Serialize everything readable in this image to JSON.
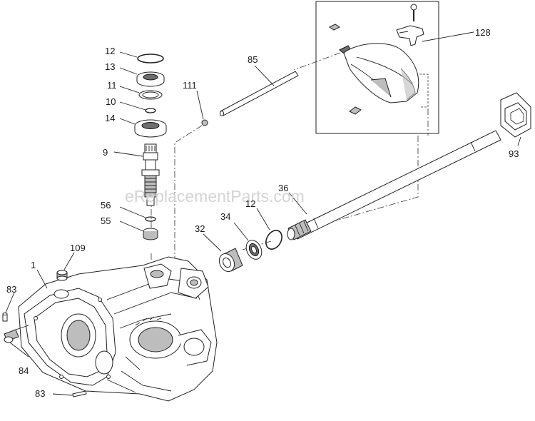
{
  "watermark": "eReplacementParts.com",
  "callouts": [
    {
      "id": "c12a",
      "text": "12"
    },
    {
      "id": "c13",
      "text": "13"
    },
    {
      "id": "c11",
      "text": "11"
    },
    {
      "id": "c10",
      "text": "10"
    },
    {
      "id": "c14",
      "text": "14"
    },
    {
      "id": "c9",
      "text": "9"
    },
    {
      "id": "c56",
      "text": "56"
    },
    {
      "id": "c55",
      "text": "55"
    },
    {
      "id": "c111",
      "text": "111"
    },
    {
      "id": "c85",
      "text": "85"
    },
    {
      "id": "c128",
      "text": "128"
    },
    {
      "id": "c93",
      "text": "93"
    },
    {
      "id": "c36",
      "text": "36"
    },
    {
      "id": "c12b",
      "text": "12"
    },
    {
      "id": "c34",
      "text": "34"
    },
    {
      "id": "c32",
      "text": "32"
    },
    {
      "id": "c109",
      "text": "109"
    },
    {
      "id": "c1",
      "text": "1"
    },
    {
      "id": "c83a",
      "text": "83"
    },
    {
      "id": "c84",
      "text": "84"
    },
    {
      "id": "c83b",
      "text": "83"
    }
  ]
}
